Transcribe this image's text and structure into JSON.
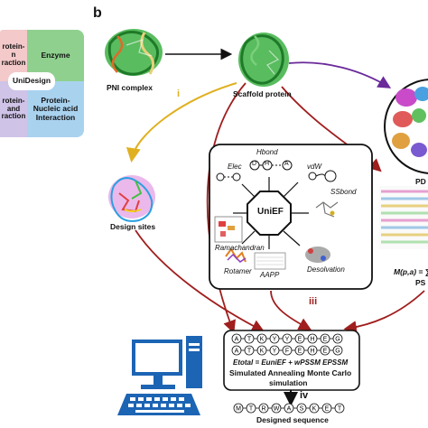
{
  "panel_b_label": "b",
  "quadrants": {
    "top_left": "rotein-\nn\nraction",
    "top_right": "Enzyme",
    "bottom_left": "rotein-\nand\nraction",
    "bottom_right": "Protein-\nNucleic acid\nInteraction",
    "center": "UniDesign"
  },
  "labels": {
    "pni_complex": "PNI complex",
    "scaffold_protein": "Scaffold protein",
    "design_sites": "Design sites",
    "pdb_partial": "PD",
    "psi_partial": "PS",
    "mpa_partial": "M(p,a) = ∑",
    "designed_sequence": "Designed sequence"
  },
  "roman": {
    "i": "i",
    "iii": "iii",
    "iv": "iv"
  },
  "uniEF": {
    "center": "UniEF",
    "terms": [
      "Hbond",
      "Elec",
      "vdW",
      "SSbond",
      "Ramachandran",
      "Rotamer",
      "AAPP",
      "Desolvation"
    ],
    "hbond_atoms": [
      "D",
      "H",
      "A"
    ]
  },
  "annealing": {
    "seq1": [
      "A",
      "T",
      "K",
      "Y",
      "Y",
      "E",
      "H",
      "E",
      "G"
    ],
    "seq2": [
      "A",
      "T",
      "K",
      "Y",
      "F",
      "E",
      "H",
      "E",
      "G"
    ],
    "equation": "Etotal = EuniEF + wPSSM EPSSM",
    "title": "Simulated Annealing Monte Carlo",
    "subtitle": "simulation"
  },
  "designed": [
    "M",
    "T",
    "R",
    "W",
    "A",
    "S",
    "K",
    "E",
    "T"
  ],
  "colors": {
    "arrow_i": "#e0b020",
    "arrow_red": "#a01e1e",
    "arrow_purple": "#6a2a9a",
    "quad_pink": "#f3c9c9",
    "quad_green": "#8fd08f",
    "quad_purple": "#cfc3e8",
    "quad_blue": "#a9d2ef",
    "computer_blue": "#1c64b4"
  }
}
